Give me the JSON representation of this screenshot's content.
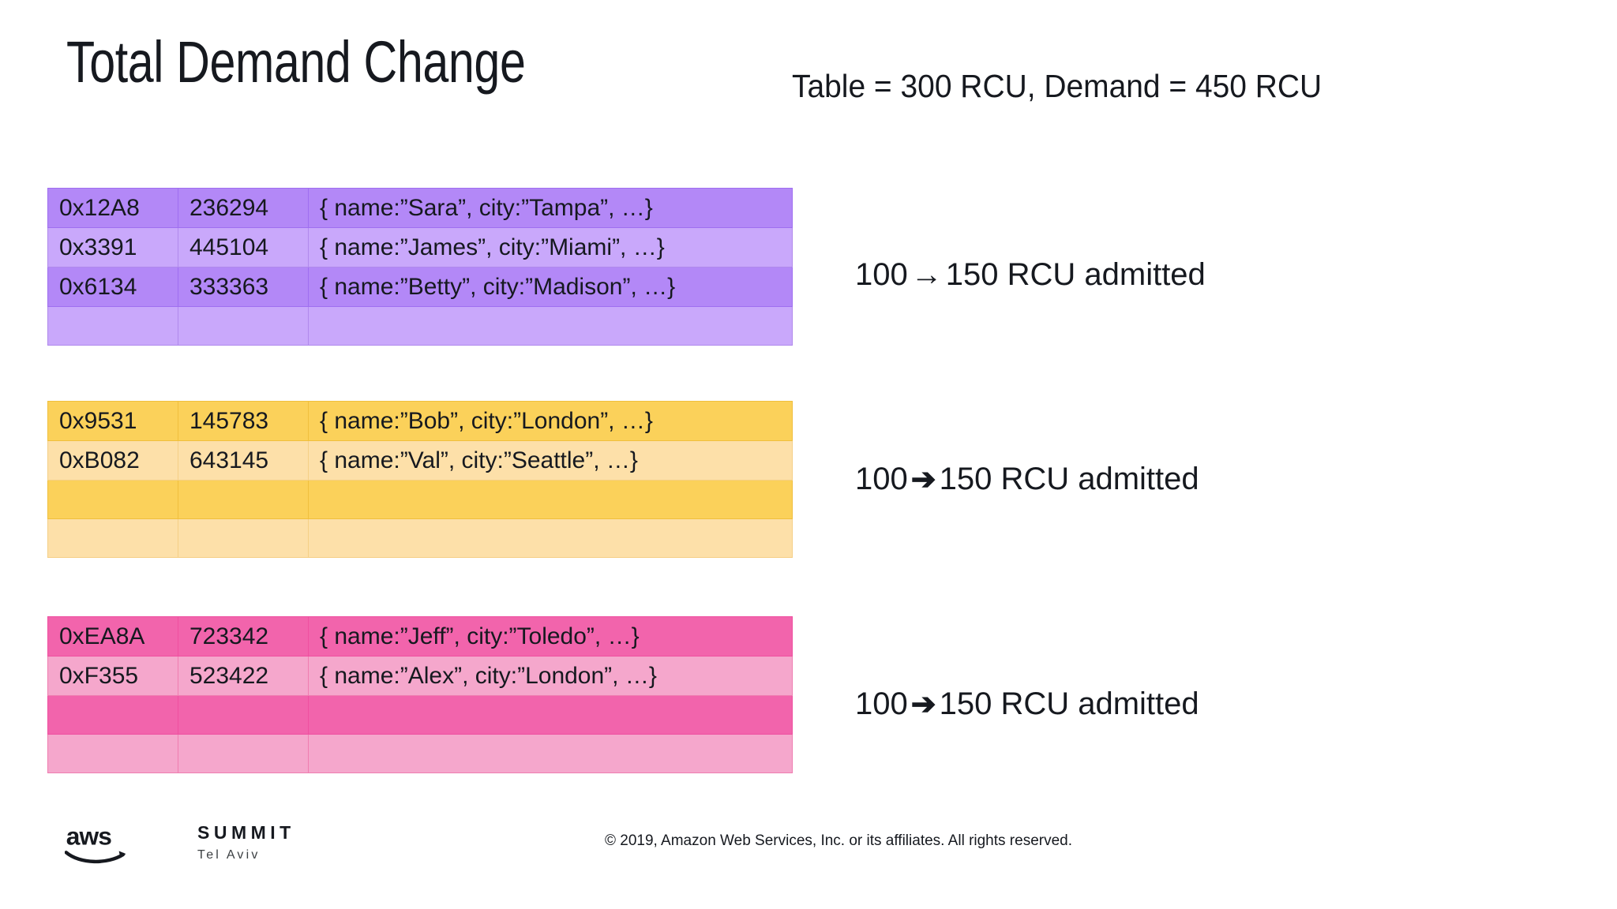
{
  "header": {
    "title": "Total Demand Change",
    "subtitle": "Table = 300 RCU, Demand = 450 RCU"
  },
  "tables": [
    {
      "id": "purple",
      "accent_dark": "#b388f7",
      "accent_light": "#c9a8fb",
      "border": "#9f6ef0",
      "rows": [
        {
          "shade": "dark",
          "key": "0x12A8",
          "value": "236294",
          "doc": "{ name:”Sara”, city:”Tampa”, …}"
        },
        {
          "shade": "light",
          "key": "0x3391",
          "value": "445104",
          "doc": "{ name:”James”, city:”Miami”, …}"
        },
        {
          "shade": "dark",
          "key": "0x6134",
          "value": "333363",
          "doc": "{ name:”Betty”, city:”Madison”, …}"
        },
        {
          "shade": "light",
          "key": "",
          "value": "",
          "doc": ""
        }
      ]
    },
    {
      "id": "yellow",
      "accent_dark": "#fbd15a",
      "accent_light": "#fde0a9",
      "border": "#f0bf3d",
      "rows": [
        {
          "shade": "dark",
          "key": "0x9531",
          "value": "145783",
          "doc": "{ name:”Bob”, city:”London”, …}"
        },
        {
          "shade": "light",
          "key": "0xB082",
          "value": "643145",
          "doc": "{ name:”Val”, city:”Seattle”, …}"
        },
        {
          "shade": "dark",
          "key": "",
          "value": "",
          "doc": ""
        },
        {
          "shade": "light",
          "key": "",
          "value": "",
          "doc": ""
        }
      ]
    },
    {
      "id": "pink",
      "accent_dark": "#f264ac",
      "accent_light": "#f5a7cc",
      "border": "#ef4fa0",
      "rows": [
        {
          "shade": "dark",
          "key": "0xEA8A",
          "value": "723342",
          "doc": "{ name:”Jeff”, city:”Toledo”, …}"
        },
        {
          "shade": "light",
          "key": "0xF355",
          "value": "523422",
          "doc": "{ name:”Alex”, city:”London”, …}"
        },
        {
          "shade": "dark",
          "key": "",
          "value": "",
          "doc": ""
        },
        {
          "shade": "light",
          "key": "",
          "value": "",
          "doc": ""
        }
      ]
    }
  ],
  "annotations": [
    {
      "before": "100",
      "arrow": "→",
      "after": "150 RCU admitted"
    },
    {
      "before": "100",
      "arrow": "➔",
      "after": "150 RCU admitted"
    },
    {
      "before": "100",
      "arrow": "➔",
      "after": "150 RCU admitted"
    }
  ],
  "footer": {
    "brand": "aws",
    "event": "SUMMIT",
    "city": "Tel Aviv",
    "copyright": "© 2019, Amazon Web Services, Inc. or its affiliates. All rights reserved."
  }
}
